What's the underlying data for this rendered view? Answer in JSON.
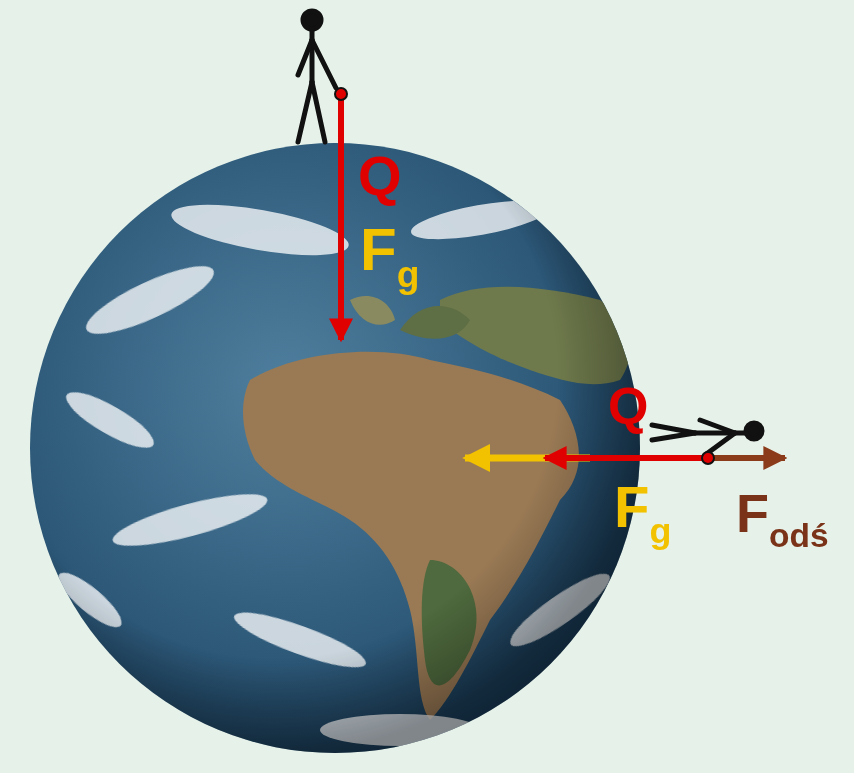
{
  "diagram": {
    "labels": [
      "Q",
      "Fg",
      "Q",
      "Fg",
      "Fodś"
    ]
  }
}
